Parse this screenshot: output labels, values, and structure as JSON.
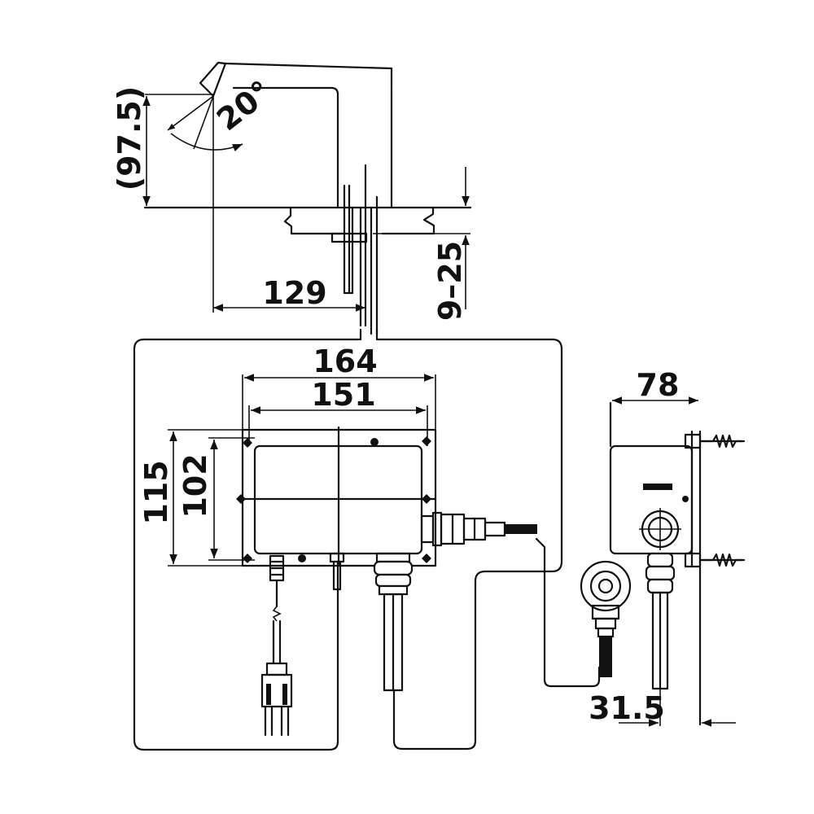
{
  "dimensions": {
    "spout_height": "(97.5)",
    "spout_angle": "20°",
    "spout_reach": "129",
    "deck_thickness": "9–25",
    "box_outer_width": "164",
    "box_inner_width": "151",
    "box_outer_height": "115",
    "box_inner_height": "102",
    "side_depth": "78",
    "side_offset": "31.5"
  },
  "colors": {
    "line": "#111111",
    "background": "#ffffff"
  }
}
